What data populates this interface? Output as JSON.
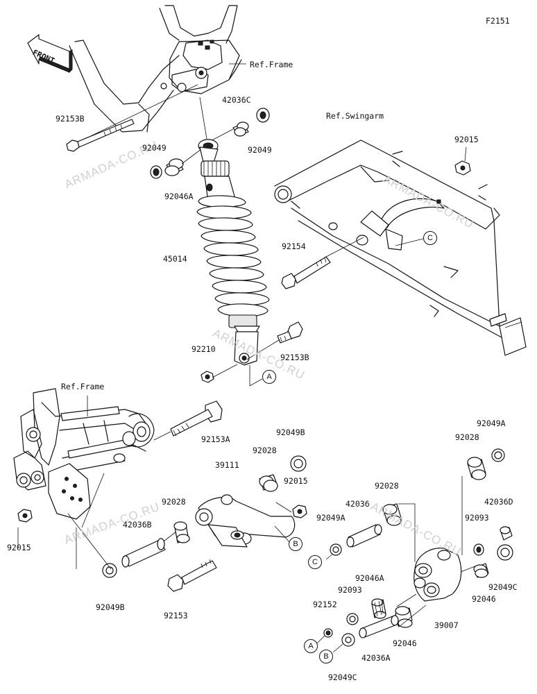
{
  "diagram_code": "F2151",
  "front_text": "FRONT",
  "watermark": "ARMADA-CO.RU",
  "refs": {
    "frame_top": "Ref.Frame",
    "swingarm": "Ref.Swingarm",
    "frame_bottom": "Ref.Frame"
  },
  "callouts": {
    "a": "A",
    "b": "B",
    "c": "C"
  },
  "parts": {
    "p92153B_top": "92153B",
    "p42036C": "42036C",
    "p92049_top_right": "92049",
    "p92049_left": "92049",
    "p92046A_top": "92046A",
    "p92015_top": "92015",
    "p92154": "92154",
    "p45014": "45014",
    "p92210": "92210",
    "p92153B_mid": "92153B",
    "p92153A": "92153A",
    "p92049B_top": "92049B",
    "p92028_a": "92028",
    "p39111": "39111",
    "p92015_mid": "92015",
    "p92028_b": "92028",
    "p42036B": "42036B",
    "p92015_left": "92015",
    "p92049B_bottom": "92049B",
    "p92153": "92153",
    "p92049A_top": "92049A",
    "p92028_c": "92028",
    "p92028_d": "92028",
    "p42036": "42036",
    "p92049A_mid": "92049A",
    "p42036D": "42036D",
    "p92093_right": "92093",
    "p92049C_right": "92049C",
    "p92046_right": "92046",
    "p92046A_mid": "92046A",
    "p92093_left": "92093",
    "p92152": "92152",
    "p39007": "39007",
    "p92046_bottom": "92046",
    "p42036A": "42036A",
    "p92049C_bottom": "92049C"
  }
}
